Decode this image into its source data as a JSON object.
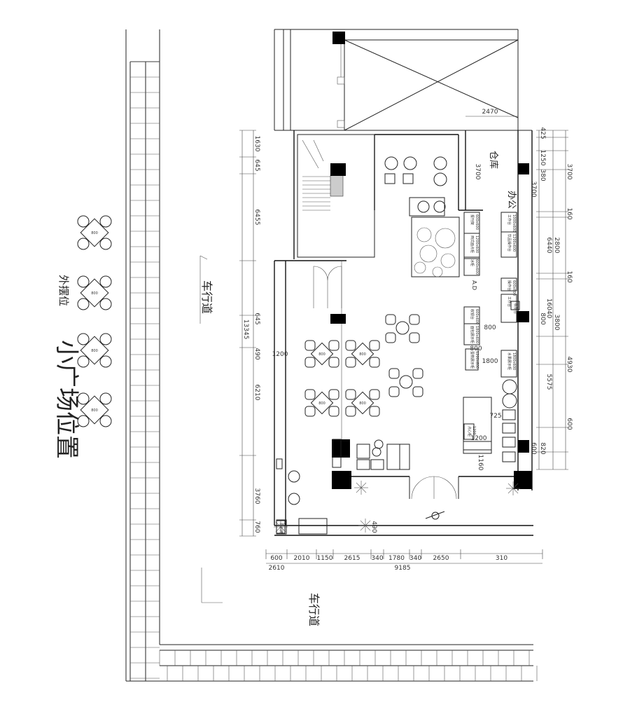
{
  "labels": {
    "plaza": "小广场位置",
    "outdoor": "外摆位",
    "road_top": "车行道",
    "road_bottom": "车行道",
    "warehouse": "仓库",
    "office": "办公",
    "ad": "A.D"
  },
  "counters": {
    "c1": "报刊架",
    "c1_size": "600x600",
    "c2": "西式面点柜",
    "c2_size": "1200x600",
    "c3": "冰柜",
    "c3_size": "600x600",
    "c4": "收银台",
    "c4_size": "600x600",
    "c5": "面包展示柜",
    "c5_size": "1800x600",
    "c6": "蛋糕展示柜",
    "c6_size": "1200x600",
    "c7": "操作台",
    "c7_size": "600x600",
    "c8": "工作台",
    "c8_size": "1000x600",
    "c9": "饮品操作台",
    "c9_size": "1200x600",
    "c10": "水果展示柜",
    "c10_size": "1800x600",
    "c11": "工作台",
    "c12": "点心柜",
    "c12_size": "1200",
    "c13": "收银台",
    "c14": "指示牌"
  },
  "table_label": "800",
  "dims_bottom": [
    "600",
    "2010",
    "1150",
    "2615",
    "340",
    "1780",
    "340",
    "2650",
    "310"
  ],
  "dims_bottom2": [
    "2610",
    "9185"
  ],
  "dims_left": [
    "1630",
    "645",
    "6455",
    "645",
    "13345",
    "490",
    "6210",
    "3760",
    "760"
  ],
  "dims_right1": [
    "425",
    "1250",
    "380",
    "3700",
    "160",
    "2800",
    "160",
    "3800",
    "800",
    "4930",
    "600",
    "820"
  ],
  "dims_right2": [
    "6440",
    "16040",
    "5575"
  ],
  "dims_inner": [
    "2470",
    "3700",
    "3700",
    "800",
    "800",
    "1800",
    "1200",
    "725",
    "1160",
    "600",
    "490",
    "1200"
  ]
}
